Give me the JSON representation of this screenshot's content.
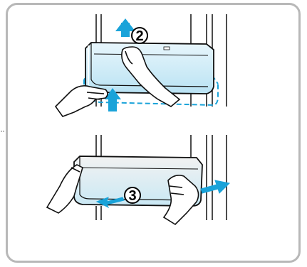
{
  "steps": [
    {
      "number": "2",
      "icon": "lift-up-arrows",
      "accent": "#1aa3d9"
    },
    {
      "number": "3",
      "icon": "pull-out-arrows",
      "accent": "#1aa3d9"
    }
  ],
  "colors": {
    "frame": "#b8b8b8",
    "accent": "#1aa3d9",
    "bin_fill": "#d4eef8",
    "line": "#111111"
  }
}
